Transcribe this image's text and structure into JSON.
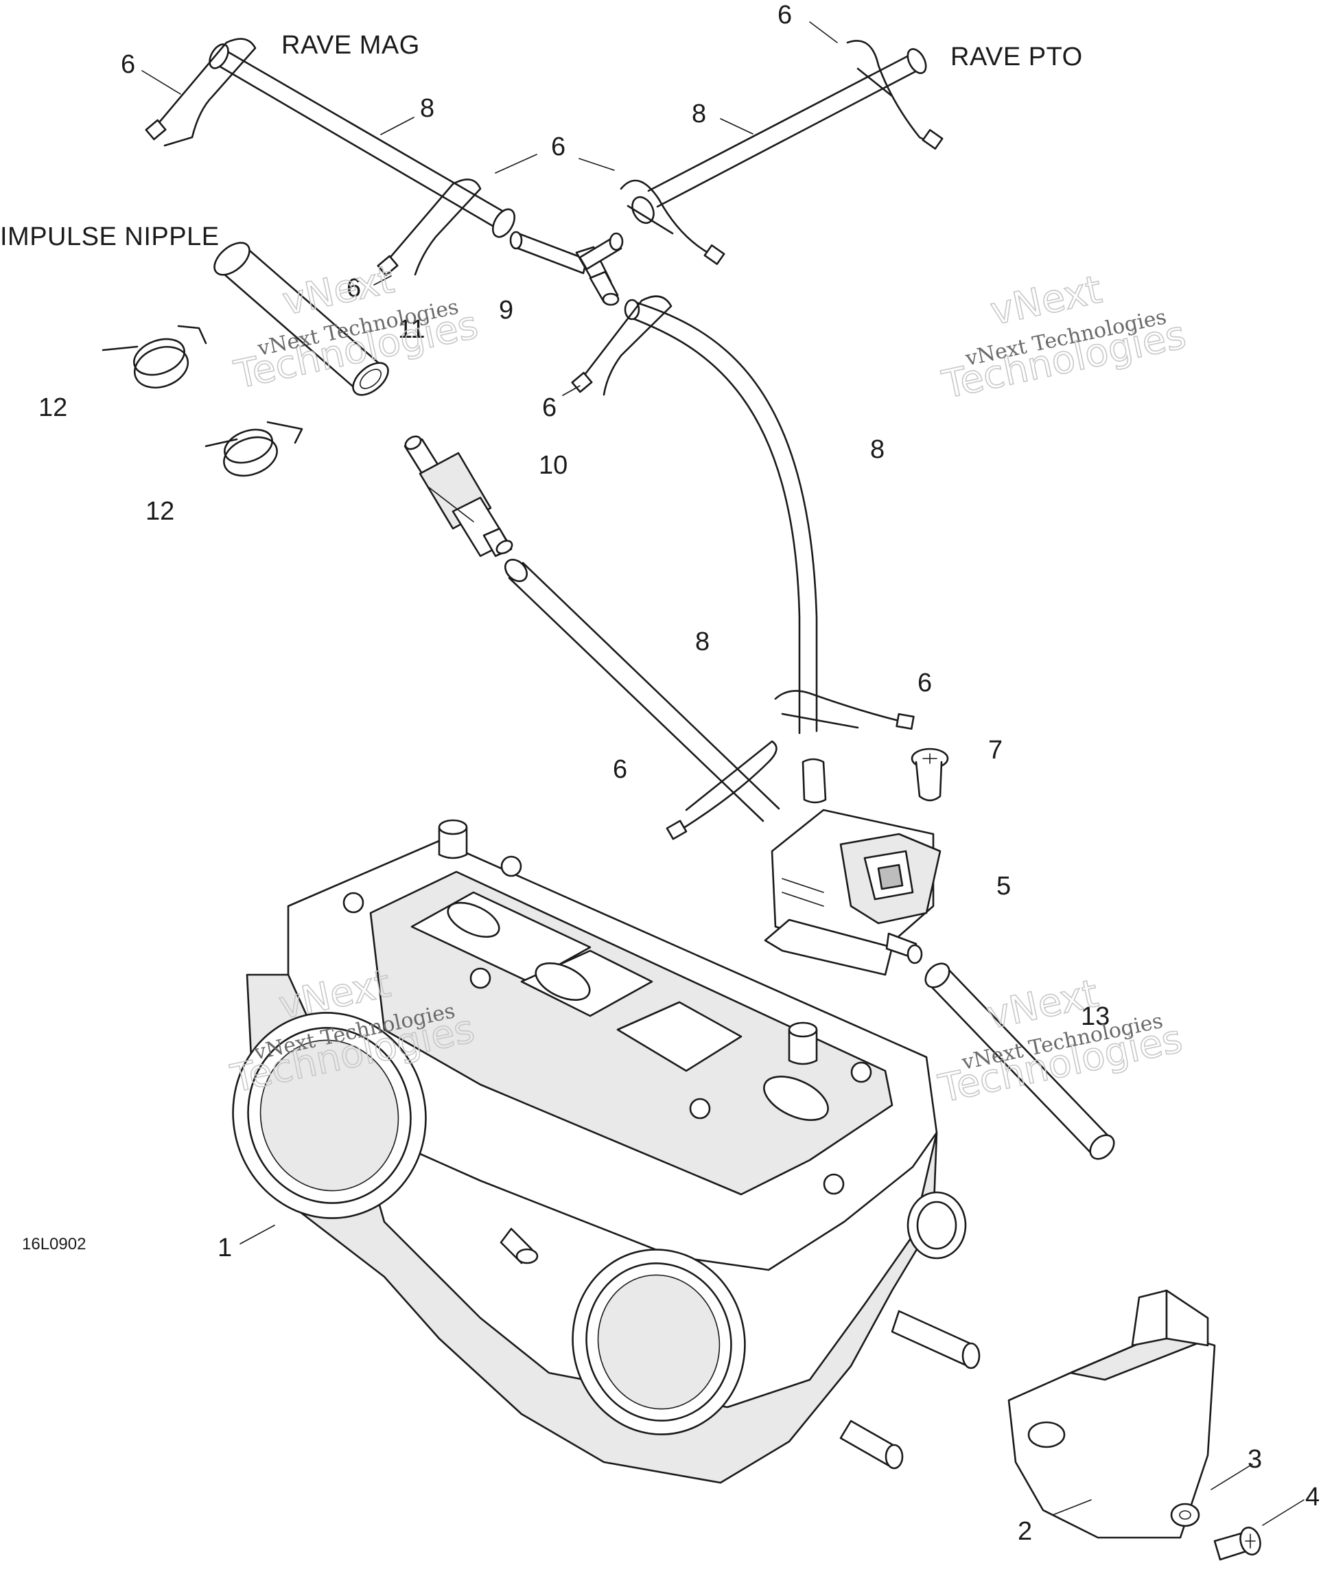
{
  "drawing_code": "16L0902",
  "captions": {
    "rave_mag": "RAVE MAG",
    "rave_pto": "RAVE PTO",
    "impulse_nipple": "IMPULSE NIPPLE"
  },
  "callouts": [
    "6",
    "6",
    "8",
    "8",
    "6",
    "6",
    "9",
    "11",
    "6",
    "12",
    "12",
    "10",
    "8",
    "8",
    "6",
    "7",
    "6",
    "5",
    "13",
    "1",
    "3",
    "4",
    "2"
  ],
  "watermark": {
    "line1": "vNext Technologies",
    "line2": "vNext",
    "line3": "Technologies"
  }
}
